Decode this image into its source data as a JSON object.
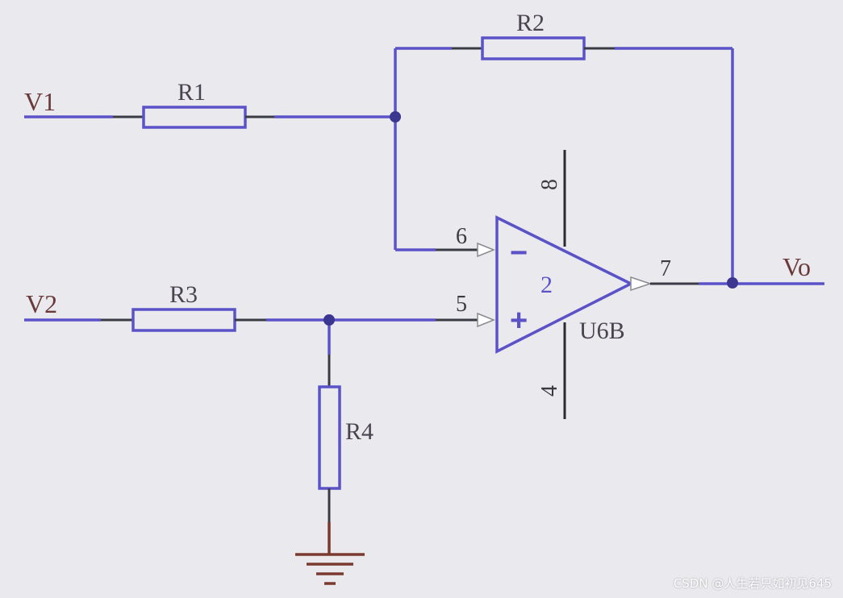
{
  "nets": {
    "v1": "V1",
    "v2": "V2",
    "vo": "Vo"
  },
  "resistors": {
    "r1": "R1",
    "r2": "R2",
    "r3": "R3",
    "r4": "R4"
  },
  "opamp": {
    "designator": "U6B",
    "unit": "2",
    "pins": {
      "inverting": "6",
      "noninverting": "5",
      "output": "7",
      "vplus": "8",
      "vminus": "4"
    },
    "inverting_sign": "−",
    "noninverting_sign": "+"
  },
  "watermark": "CSDN @人生若只如初见645",
  "colors": {
    "wire": "#5b52c8",
    "junction": "#3b3690",
    "ground": "#7a3a30",
    "background": "#e9e9ee"
  }
}
